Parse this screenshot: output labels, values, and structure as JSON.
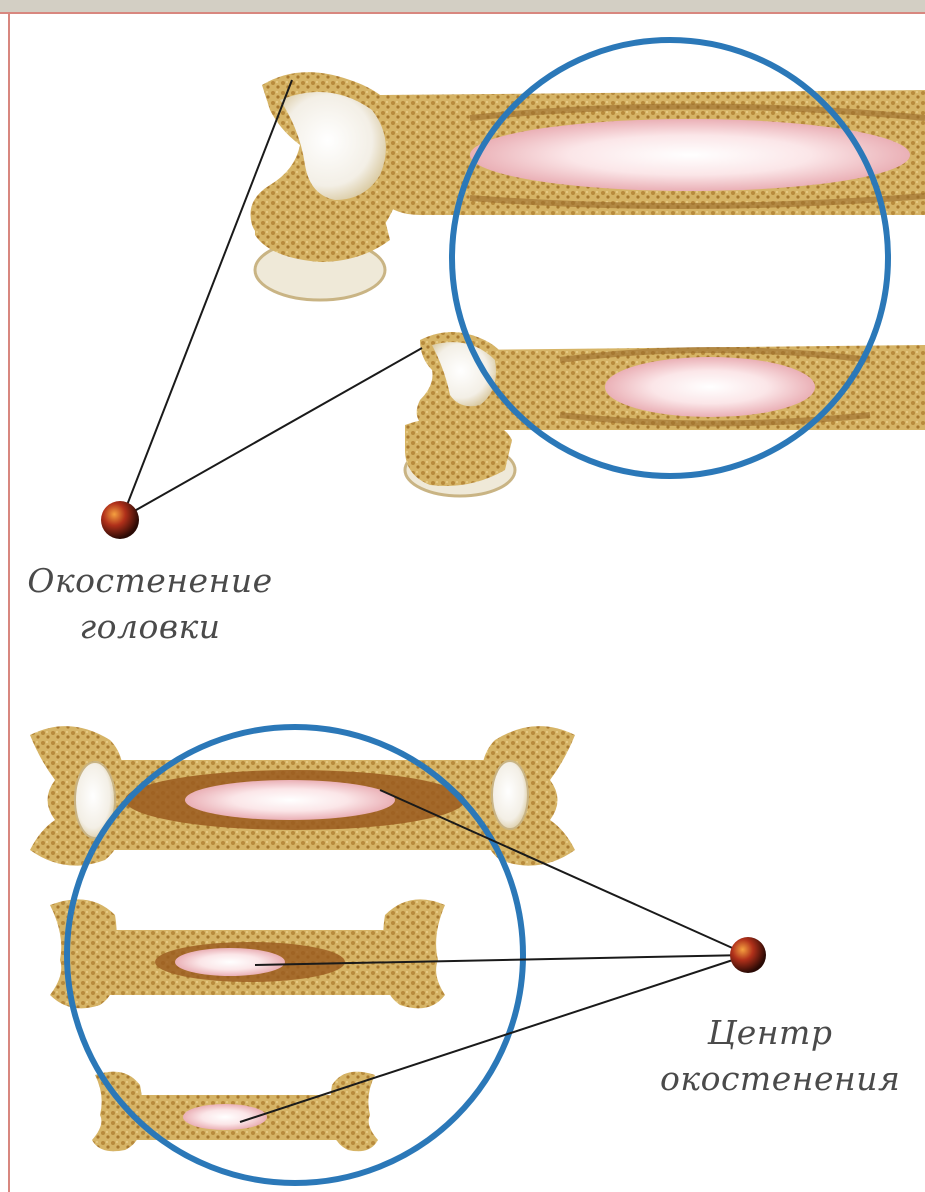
{
  "labels": {
    "head_ossification": {
      "line1": "Окостенение",
      "line2": "головки"
    },
    "ossification_center": {
      "line1": "Центр",
      "line2": "окостенения"
    }
  },
  "colors": {
    "circle_outline": "#2b78b8",
    "bone_outer": "#d8b96a",
    "bone_dark": "#9a6a2a",
    "marrow_pink": "#f2c8cc",
    "cartilage": "#f4f1ea",
    "pointer_line": "#1a1a1a",
    "marker_dot": "#a03010"
  }
}
